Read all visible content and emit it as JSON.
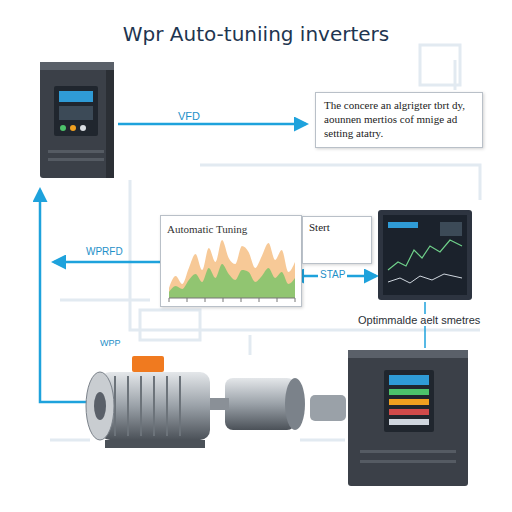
{
  "diagram": {
    "title": "Wpr Auto-tuniing inverters",
    "nodes": [
      {
        "text": [
          "The concere an algrigter tbrt dy, aounnen mertios cof mnige ad setting atatry."
        ]
      },
      {
        "text": [
          "Automatic Tuning"
        ]
      },
      {
        "text": [
          "Stert"
        ]
      }
    ],
    "labels": [
      "VFD",
      "WPRFD",
      "STAP",
      "Optimmalde aelt smetres",
      "WPP"
    ]
  }
}
